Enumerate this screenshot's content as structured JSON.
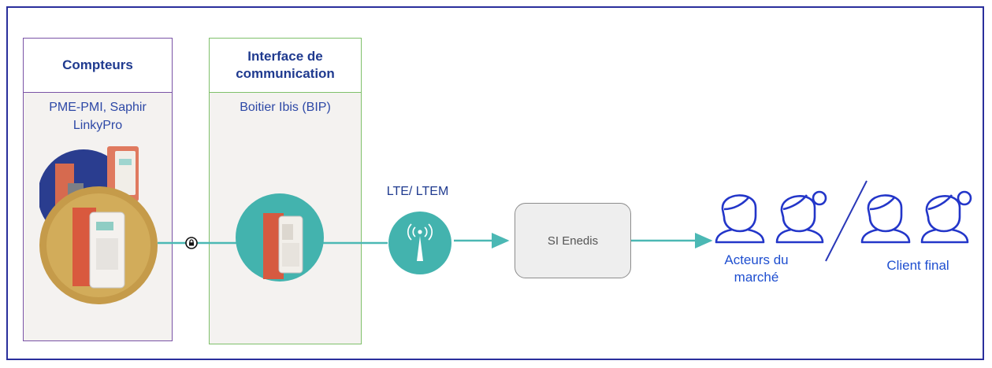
{
  "meters_panel": {
    "title": "Compteurs",
    "subtitle_line1": "PME-PMI, Saphir",
    "subtitle_line2": "LinkyPro"
  },
  "comms_panel": {
    "title_line1": "Interface de",
    "title_line2": "communication",
    "subtitle": "Boitier Ibis (BIP)"
  },
  "network_label": "LTE/ LTEM",
  "si_box_label": "SI Enedis",
  "market_actors_line1": "Acteurs du",
  "market_actors_line2": "marché",
  "final_client_label": "Client final",
  "colors": {
    "frame": "#2a2f9c",
    "meters_border": "#7a53a6",
    "comms_border": "#7fc06a",
    "teal": "#4bb8b4",
    "people_blue": "#2336c9",
    "title_blue": "#1f3a8f"
  },
  "icons": [
    "meter-cluster-icon",
    "lock-icon",
    "meter-device-icon",
    "antenna-icon",
    "person-icon"
  ]
}
